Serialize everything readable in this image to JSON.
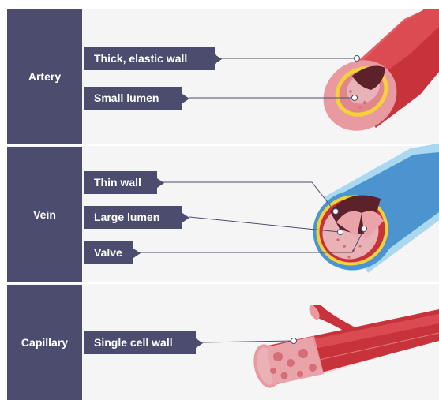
{
  "sections": [
    {
      "name": "Artery",
      "labels": [
        "Thick, elastic wall",
        "Small lumen"
      ]
    },
    {
      "name": "Vein",
      "labels": [
        "Thin wall",
        "Large lumen",
        "Valve"
      ]
    },
    {
      "name": "Capillary",
      "labels": [
        "Single cell wall"
      ]
    }
  ],
  "colors": {
    "panel": "#4b4c6e",
    "background": "#f5f5f6",
    "artery": "#c8333b",
    "vein_outer": "#4b94d0",
    "wall_highlight": "#f2d13a",
    "lumen": "#e9b2b6"
  }
}
